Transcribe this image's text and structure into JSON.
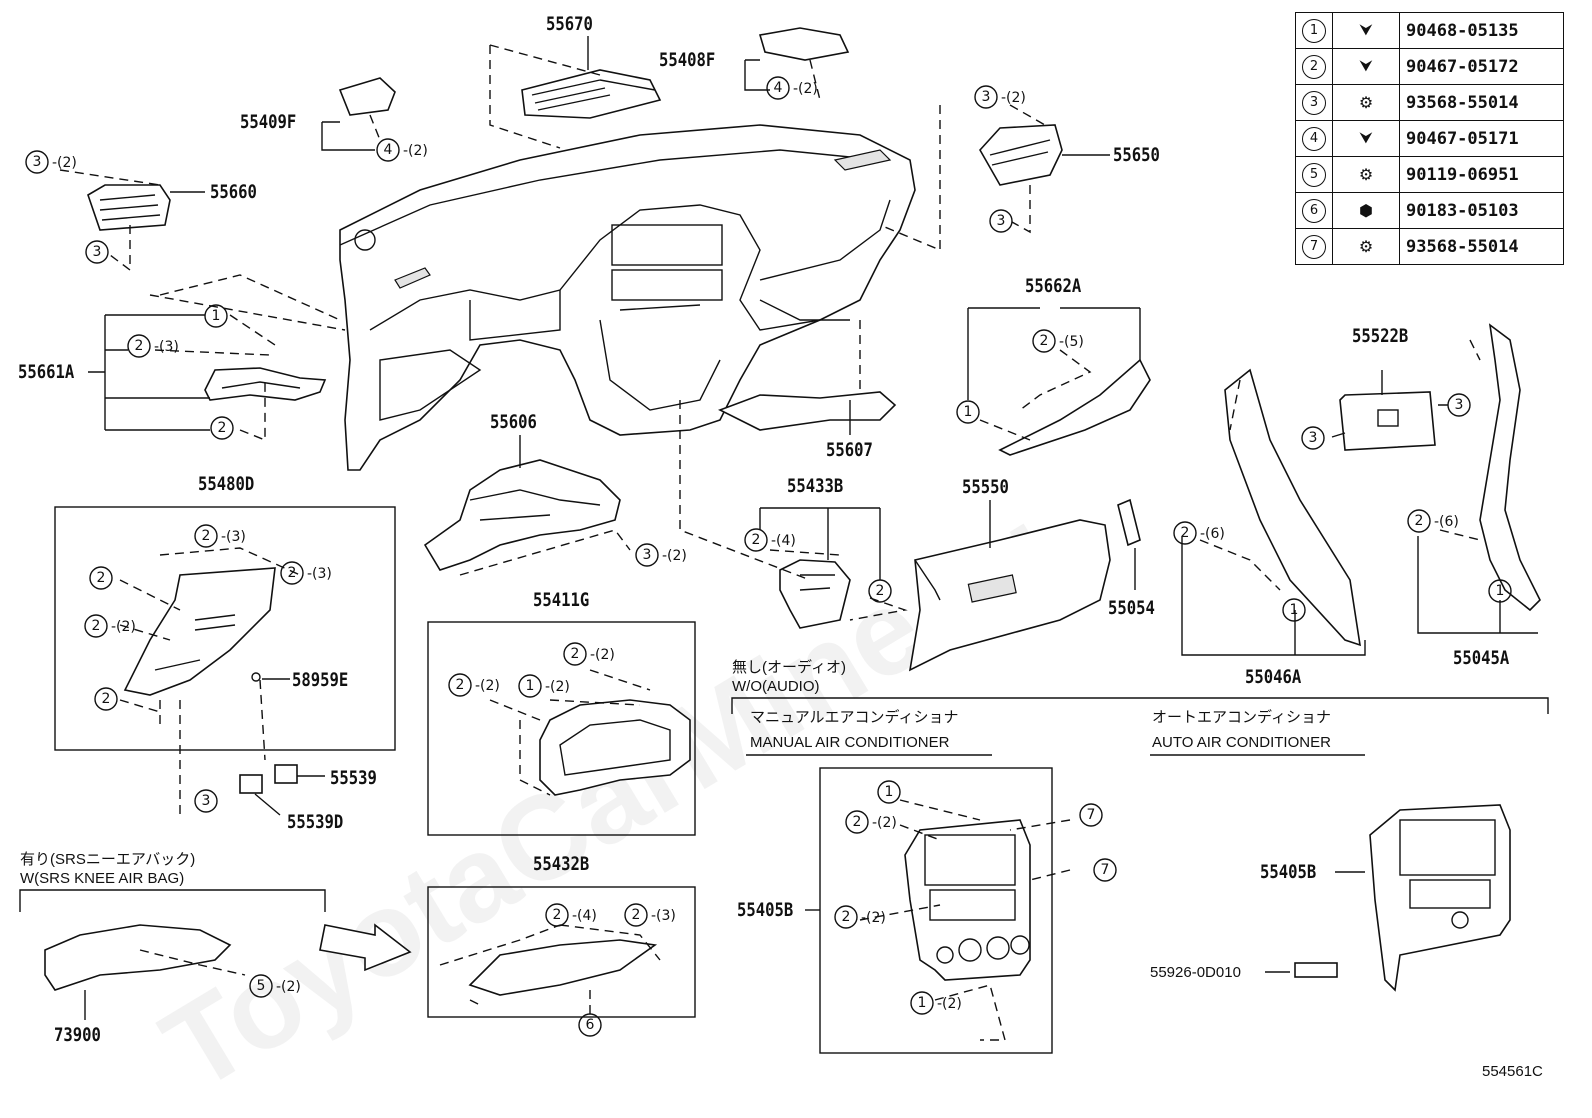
{
  "fastener_table": [
    {
      "num": "1",
      "icon": "clip-icon",
      "part_no": "90468-05135"
    },
    {
      "num": "2",
      "icon": "clip-icon",
      "part_no": "90467-05172"
    },
    {
      "num": "3",
      "icon": "screw-icon",
      "part_no": "93568-55014"
    },
    {
      "num": "4",
      "icon": "clip-icon",
      "part_no": "90467-05171"
    },
    {
      "num": "5",
      "icon": "bolt-icon",
      "part_no": "90119-06951"
    },
    {
      "num": "6",
      "icon": "nut-icon",
      "part_no": "90183-05103"
    },
    {
      "num": "7",
      "icon": "screw-icon",
      "part_no": "93568-55014"
    }
  ],
  "labels": {
    "p55670": "55670",
    "p55408F": "55408F",
    "p55409F": "55409F",
    "p55660": "55660",
    "p55650": "55650",
    "p55662A": "55662A",
    "p55661A": "55661A",
    "p55522B": "55522B",
    "p55606": "55606",
    "p55607": "55607",
    "p55480D": "55480D",
    "p55433B": "55433B",
    "p55550": "55550",
    "p58959E": "58959E",
    "p55054": "55054",
    "p55046A": "55046A",
    "p55045A": "55045A",
    "p55411G": "55411G",
    "p55539": "55539",
    "p55539D": "55539D",
    "p55432B": "55432B",
    "p73900": "73900",
    "p55405B_left": "55405B",
    "p55405B_right": "55405B",
    "p55926": "55926-0D010"
  },
  "notes": {
    "wo_audio_jp": "無し(オーディオ)",
    "wo_audio_en": "W/O(AUDIO)",
    "manual_ac_jp": "マニュアルエアコンディショナ",
    "manual_ac_en": "MANUAL AIR CONDITIONER",
    "auto_ac_jp": "オートエアコンディショナ",
    "auto_ac_en": "AUTO AIR CONDITIONER",
    "knee_bag_jp": "有り(SRSニーエアバック)",
    "knee_bag_en": "W(SRS KNEE AIR BAG)"
  },
  "watermark": "ToyotaCarMine.ru",
  "reference": "554561C",
  "callouts": [
    {
      "num": "1",
      "qty": ""
    },
    {
      "num": "2",
      "qty": "-(2)"
    },
    {
      "num": "3",
      "qty": "-(2)"
    },
    {
      "num": "4",
      "qty": "-(2)"
    },
    {
      "num": "5",
      "qty": "-(2)"
    },
    {
      "num": "6",
      "qty": ""
    },
    {
      "num": "7",
      "qty": ""
    }
  ]
}
